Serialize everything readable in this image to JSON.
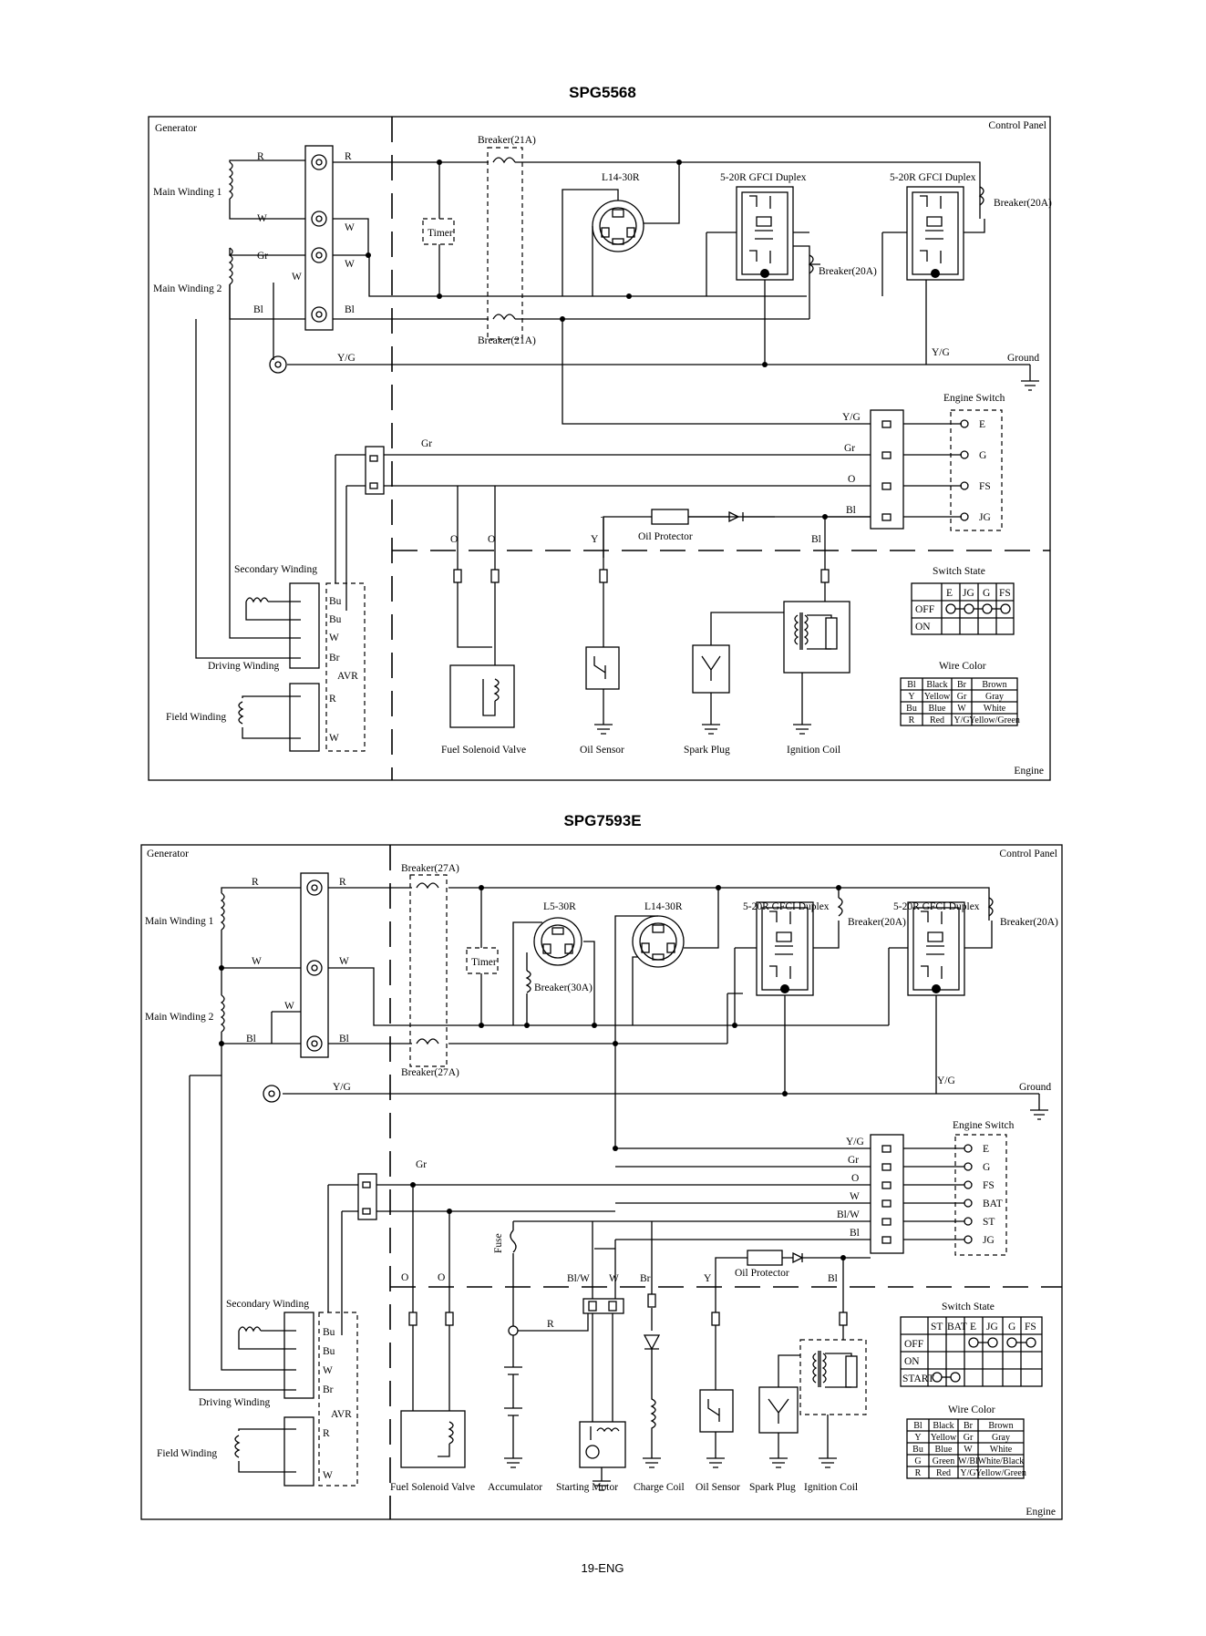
{
  "page": {
    "footer": "19-ENG"
  },
  "diagrams": [
    {
      "title": "SPG5568",
      "labels": {
        "generator": "Generator",
        "control_panel": "Control Panel",
        "engine": "Engine",
        "main_winding_1": "Main Winding 1",
        "main_winding_2": "Main Winding 2",
        "breaker_top": "Breaker(21A)",
        "breaker_bottom": "Breaker(21A)",
        "timer": "Timer",
        "l14_30r": "L14-30R",
        "gfci_1": "5-20R GFCI Duplex",
        "gfci_2": "5-20R GFCI Duplex",
        "breaker_20a_1": "Breaker(20A)",
        "breaker_20a_2": "Breaker(20A)",
        "ground": "Ground",
        "yg_ground": "Y/G",
        "engine_switch": "Engine Switch",
        "secondary_winding": "Secondary Winding",
        "driving_winding": "Driving Winding",
        "field_winding": "Field Winding",
        "avr": "AVR",
        "oil_protector": "Oil Protector",
        "fuel_solenoid_valve": "Fuel Solenoid Valve",
        "oil_sensor": "Oil Sensor",
        "spark_plug": "Spark Plug",
        "ignition_coil": "Ignition Coil",
        "switch_state": "Switch State",
        "wire_color": "Wire Color"
      },
      "wires": {
        "r1": "R",
        "r2": "R",
        "w1": "W",
        "w2": "W",
        "w3": "W",
        "w4": "W",
        "gr1": "Gr",
        "bl1": "Bl",
        "bl2": "Bl",
        "yg": "Y/G",
        "gr_eng": "Gr",
        "o1": "O",
        "o2": "O",
        "y": "Y",
        "bl_eng": "Bl"
      },
      "engine_switch_terms": [
        "E",
        "G",
        "FS",
        "JG"
      ],
      "engine_switch_wires": [
        "Y/G",
        "Gr",
        "O",
        "Bl"
      ],
      "avr_terms": [
        "Bu",
        "Bu",
        "W",
        "Br",
        "R",
        "W"
      ],
      "switch_state": {
        "columns": [
          "E",
          "JG",
          "G",
          "FS"
        ],
        "rows": [
          "OFF",
          "ON"
        ]
      },
      "wire_color_table": [
        [
          "Bl",
          "Black",
          "Br",
          "Brown"
        ],
        [
          "Y",
          "Yellow",
          "Gr",
          "Gray"
        ],
        [
          "Bu",
          "Blue",
          "W",
          "White"
        ],
        [
          "R",
          "Red",
          "Y/G",
          "Yellow/Green"
        ]
      ]
    },
    {
      "title": "SPG7593E",
      "labels": {
        "generator": "Generator",
        "control_panel": "Control Panel",
        "engine": "Engine",
        "main_winding_1": "Main Winding 1",
        "main_winding_2": "Main Winding 2",
        "breaker_top": "Breaker(27A)",
        "breaker_bottom": "Breaker(27A)",
        "timer": "Timer",
        "l5_30r": "L5-30R",
        "l14_30r": "L14-30R",
        "breaker_30a": "Breaker(30A)",
        "gfci_1": "5-20R GFCI Duplex",
        "gfci_2": "5-20R GFCI Duplex",
        "breaker_20a_1": "Breaker(20A)",
        "breaker_20a_2": "Breaker(20A)",
        "ground": "Ground",
        "yg_ground": "Y/G",
        "engine_switch": "Engine Switch",
        "secondary_winding": "Secondary Winding",
        "driving_winding": "Driving Winding",
        "field_winding": "Field Winding",
        "avr": "AVR",
        "fuse": "Fuse",
        "oil_protector": "Oil Protector",
        "fuel_solenoid_valve": "Fuel Solenoid Valve",
        "accumulator": "Accumulator",
        "starting_motor": "Starting Motor",
        "charge_coil": "Charge Coil",
        "oil_sensor": "Oil Sensor",
        "spark_plug": "Spark Plug",
        "ignition_coil": "Ignition Coil",
        "switch_state": "Switch State",
        "wire_color": "Wire Color"
      },
      "wires": {
        "r1": "R",
        "r2": "R",
        "w1": "W",
        "w2": "W",
        "w3": "W",
        "bl1": "Bl",
        "bl2": "Bl",
        "yg": "Y/G",
        "gr_eng": "Gr",
        "o1": "O",
        "o2": "O",
        "blw": "Bl/W",
        "w_m": "W",
        "br": "Br",
        "y": "Y",
        "bl_eng": "Bl",
        "r_acc": "R"
      },
      "engine_switch_terms": [
        "E",
        "G",
        "FS",
        "BAT",
        "ST",
        "JG"
      ],
      "engine_switch_wires": [
        "Y/G",
        "Gr",
        "O",
        "W",
        "Bl/W",
        "Bl"
      ],
      "avr_terms": [
        "Bu",
        "Bu",
        "W",
        "Br",
        "R",
        "W"
      ],
      "switch_state": {
        "columns": [
          "ST",
          "BAT",
          "E",
          "JG",
          "G",
          "FS"
        ],
        "rows": [
          "OFF",
          "ON",
          "START"
        ]
      },
      "wire_color_table": [
        [
          "Bl",
          "Black",
          "Br",
          "Brown"
        ],
        [
          "Y",
          "Yellow",
          "Gr",
          "Gray"
        ],
        [
          "Bu",
          "Blue",
          "W",
          "White"
        ],
        [
          "G",
          "Green",
          "W/Bl",
          "White/Black"
        ],
        [
          "R",
          "Red",
          "Y/G",
          "Yellow/Green"
        ]
      ]
    }
  ]
}
